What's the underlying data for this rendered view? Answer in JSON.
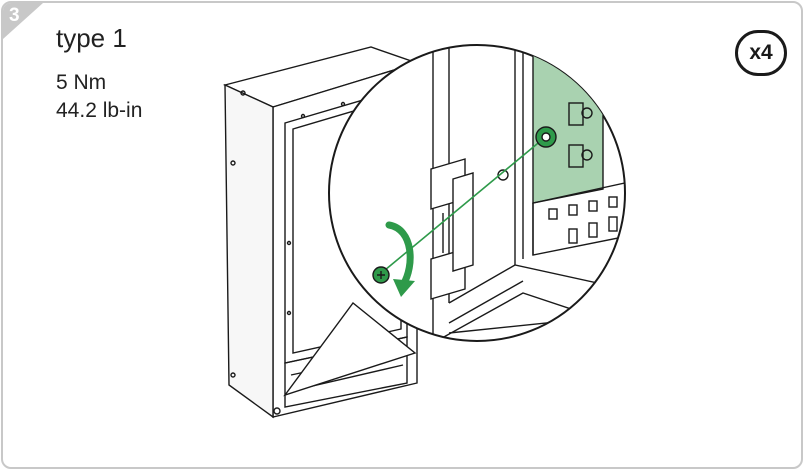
{
  "step": {
    "number": "3",
    "title": "type 1"
  },
  "torque": {
    "metric": "5 Nm",
    "imperial": "44.2 lb-in"
  },
  "quantity": "x4",
  "colors": {
    "frame_border": "#c8c8c8",
    "tab_fill": "#c8c8c8",
    "accent_green": "#2e9a4a",
    "panel_green": "#a9d2b0",
    "line": "#1a1a1a"
  }
}
